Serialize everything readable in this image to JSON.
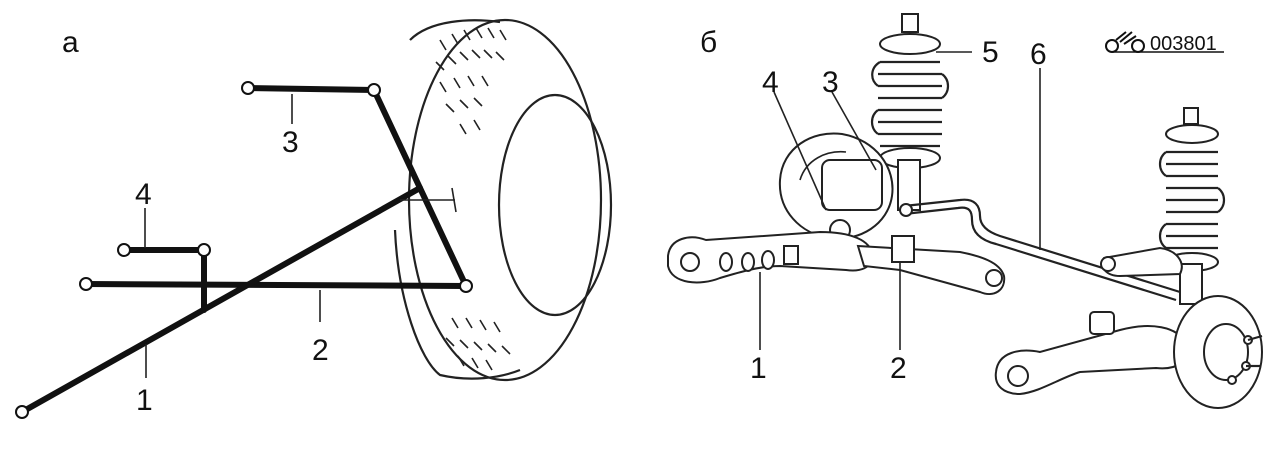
{
  "panel_a": {
    "letter": "а",
    "labels": {
      "l1": "1",
      "l2": "2",
      "l3": "3",
      "l4": "4"
    }
  },
  "panel_b": {
    "letter": "б",
    "labels": {
      "l1": "1",
      "l2": "2",
      "l3": "3",
      "l4": "4",
      "l5": "5",
      "l6": "6"
    },
    "code": "003801"
  }
}
